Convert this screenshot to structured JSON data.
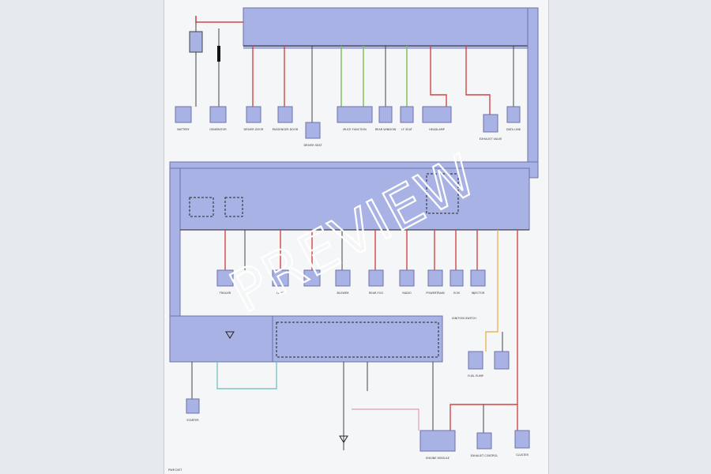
{
  "watermark": "PREVIEW",
  "colors": {
    "fuse_block": "#a9b2e4",
    "fuse_block_stroke": "#6a73a8",
    "wire_red": "#d14747",
    "wire_green": "#7cbf4f",
    "wire_pink": "#e6a9c4",
    "wire_orange": "#e8b65a",
    "wire_teal": "#7cc6c0",
    "wire_dark": "#444444",
    "component": "#a9b2e4"
  },
  "labels": {
    "battery": "BATTERY",
    "generator": "GENERATOR",
    "driver_door": "DRIVER DOOR",
    "passenger_door": "PASSENGER DOOR",
    "driver_seat": "DRIVER SEAT",
    "multi_function": "MULTI FUNCTION",
    "rear_window": "REAR WINDOW",
    "lf_seat": "LF SEAT",
    "headlamp": "HEADLAMP",
    "data_link": "DATA LINK",
    "exhaust_valve": "EXHAUST VALVE",
    "rear_fog": "REAR FOG",
    "blower": "BLOWER",
    "trailer": "TRAILER",
    "lamp": "LAMP",
    "radio": "RADIO",
    "powertrain": "POWERTRAIN",
    "ecm": "ECM",
    "injector": "INJECTOR",
    "ignition_switch": "IGNITION SWITCH",
    "starter": "STARTER",
    "fuel_pump": "FUEL PUMP",
    "engine_module": "ENGINE MODULE",
    "exhaust_control": "EXHAUST CONTROL",
    "cluster": "CLUSTER",
    "footer": "PWR DIST"
  }
}
